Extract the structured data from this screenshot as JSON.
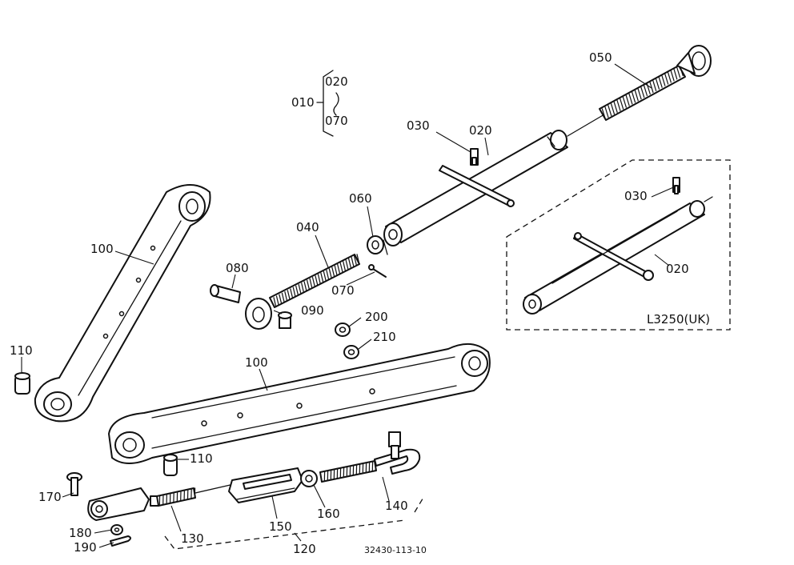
{
  "colors": {
    "ink": "#111111",
    "paper": "#ffffff"
  },
  "labels": {
    "p050": "050",
    "p030_top": "030",
    "p020_top": "020",
    "p010": "010",
    "p020_bracket": "020",
    "p070_bracket": "070",
    "p060": "060",
    "p040": "040",
    "p080": "080",
    "p070": "070",
    "p090": "090",
    "p100_left": "100",
    "p100_lower": "100",
    "p110_left": "110",
    "p110_right": "110",
    "p200": "200",
    "p210": "210",
    "p170": "170",
    "p180": "180",
    "p190": "190",
    "p130": "130",
    "p150": "150",
    "p160": "160",
    "p140": "140",
    "p120": "120",
    "p030_uk": "030",
    "p020_uk": "020",
    "uk_variant": "L3250(UK)",
    "figure_code": "32430-113-10"
  }
}
